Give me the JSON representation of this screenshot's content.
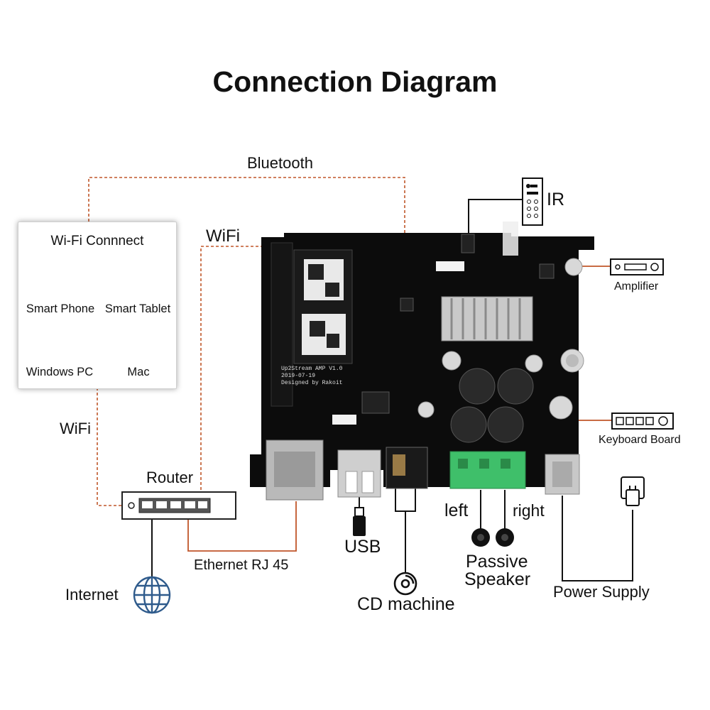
{
  "title": "Connection Diagram",
  "labels": {
    "bluetooth": "Bluetooth",
    "wifi_top": "WiFi",
    "wifi_side": "WiFi",
    "router": "Router",
    "ethernet": "Ethernet RJ 45",
    "internet": "Internet",
    "usb": "USB",
    "cd_machine": "CD machine",
    "left": "left",
    "right": "right",
    "passive_speaker_line1": "Passive",
    "passive_speaker_line2": "Speaker",
    "power_supply": "Power Supply",
    "ir": "IR",
    "amplifier": "Amplifier",
    "keyboard_board": "Keyboard Board"
  },
  "wifi_connect": {
    "title": "Wi-Fi Connnect",
    "devices": [
      "Smart Phone",
      "Smart Tablet",
      "Windows PC",
      "Mac"
    ]
  },
  "board": {
    "silkscreen_lines": [
      "Up2Stream AMP V1.0",
      "2019-07-19",
      "Designed by Rakoit"
    ]
  },
  "colors": {
    "wire_dashed": "#c0562a",
    "wire_solid": "#c0562a",
    "line_black": "#111111",
    "board": "#0d0d0d",
    "terminal_green": "#3fbf6a",
    "icon_blue": "#2f5b8c"
  }
}
